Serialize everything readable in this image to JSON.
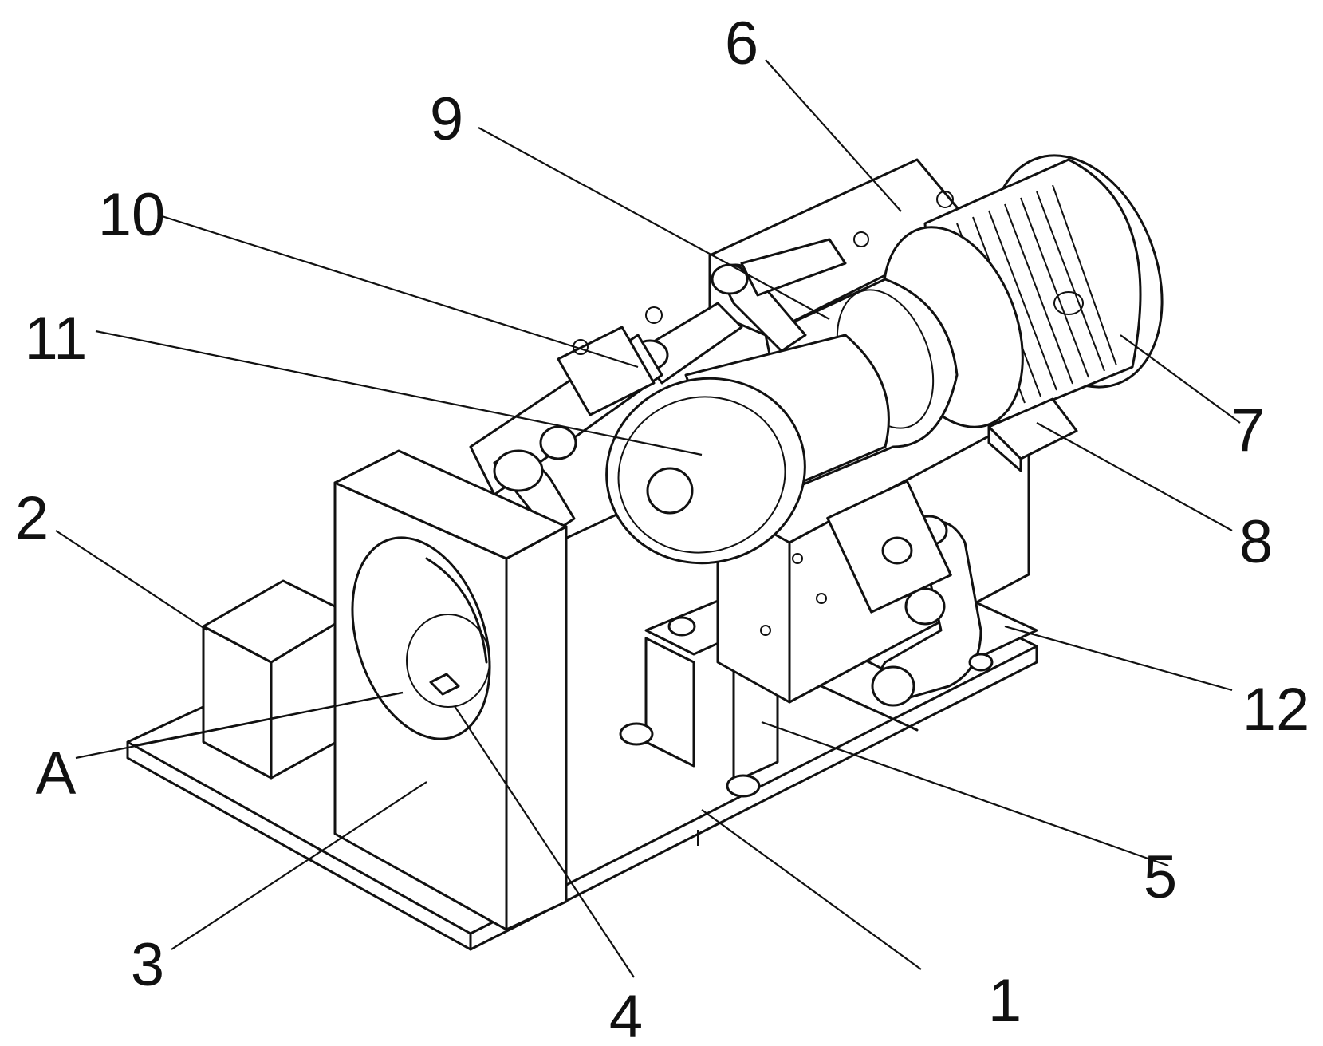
{
  "labels": {
    "l1": "1",
    "l2": "2",
    "l3": "3",
    "l4": "4",
    "l5": "5",
    "l6": "6",
    "l7": "7",
    "l8": "8",
    "l9": "9",
    "l10": "10",
    "l11": "11",
    "l12": "12",
    "lA": "A"
  }
}
